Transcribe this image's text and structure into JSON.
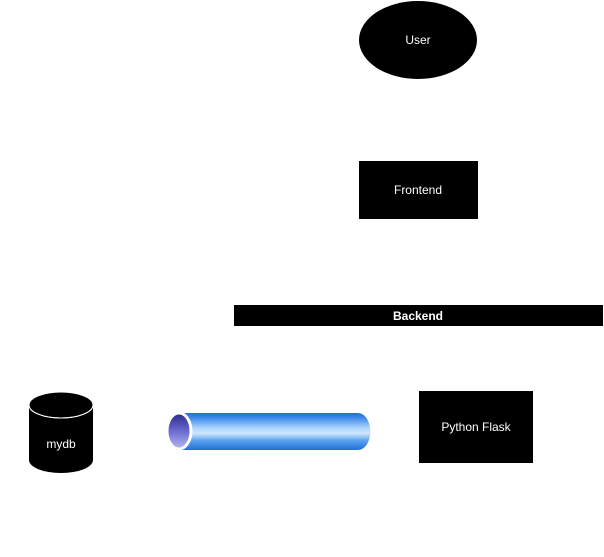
{
  "diagram": {
    "nodes": {
      "user": {
        "label": "User",
        "shape": "ellipse",
        "fill": "#000000",
        "text_color": "#ffffff"
      },
      "frontend": {
        "label": "Frontend",
        "shape": "rectangle",
        "fill": "#000000",
        "text_color": "#ffffff"
      },
      "backend": {
        "label": "Backend",
        "shape": "rectangle",
        "fill": "#000000",
        "text_color": "#ffffff"
      },
      "mydb": {
        "label": "mydb",
        "shape": "cylinder",
        "fill": "#000000",
        "stroke": "#ffffff",
        "text_color": "#ffffff"
      },
      "pipe": {
        "label": "",
        "shape": "horizontal-pipe",
        "fill": "#4a90e2",
        "end_cap_fill": "#3a3aa8"
      },
      "python_flask": {
        "label": "Python Flask",
        "shape": "rectangle",
        "fill": "#000000",
        "text_color": "#ffffff"
      }
    },
    "background": "#ffffff"
  }
}
